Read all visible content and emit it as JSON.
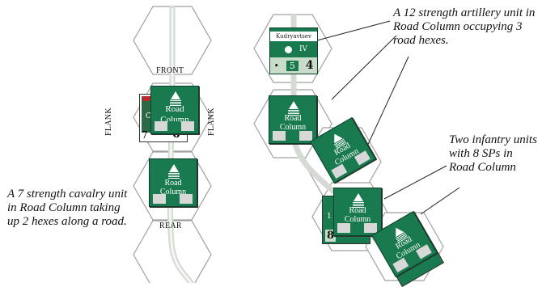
{
  "notes": {
    "artillery": "A 12 strength artillery unit in Road Column occupying 3 road hexes.",
    "infantry": "Two infantry units with 8 SPs in Road Column",
    "cavalry": "A 7 strength cavalry unit in Road Column taking up 2 hexes along a road."
  },
  "labels": {
    "front": "FRONT",
    "rear": "REAR",
    "flank_left": "FLANK",
    "flank_right": "FLANK"
  },
  "counter_text": "Road\nColumn",
  "artillery_counter": {
    "leader": "Kudryavtsev",
    "size": "IV",
    "stats": [
      "•",
      "5",
      "4"
    ]
  },
  "cavalry_under": {
    "strength": "7",
    "value": "6",
    "code": "C"
  },
  "infantry_under": {
    "strength": "8",
    "code": "1"
  },
  "colors": {
    "counter_green": "#1a7a4f",
    "road": "#d9ded9",
    "hex_border": "#9a9a9a"
  }
}
